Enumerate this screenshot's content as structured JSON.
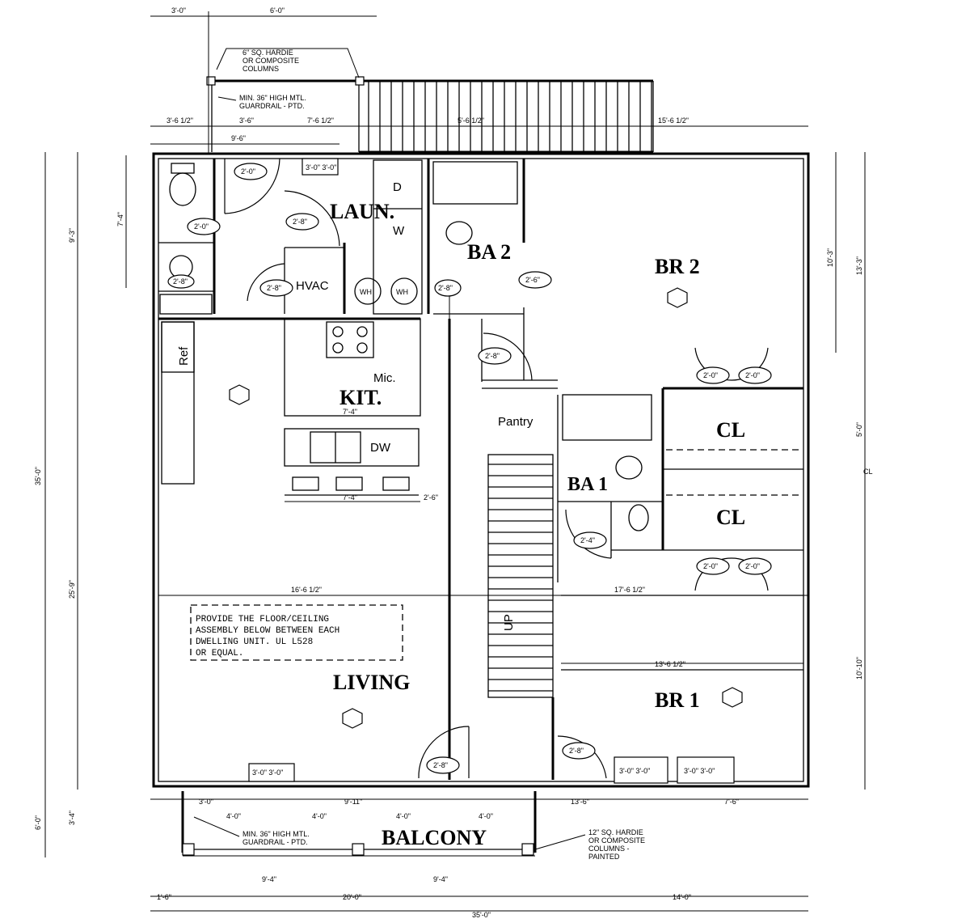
{
  "rooms": {
    "laundry": "LAUN.",
    "bath2": "BA 2",
    "bedroom2": "BR 2",
    "kitchen": "KIT.",
    "pantry": "Pantry",
    "closet_upper": "CL",
    "closet_lower": "CL",
    "bath1": "BA 1",
    "living": "LIVING",
    "bedroom1": "BR 1",
    "balcony": "BALCONY"
  },
  "fixtures": {
    "dryer": "D",
    "washer": "W",
    "hvac": "HVAC",
    "water_heater_1": "WH",
    "water_heater_2": "WH",
    "refrigerator": "Ref",
    "microwave": "Mic.",
    "dishwasher": "DW",
    "closet_callout": "CL",
    "up_stair": "UP"
  },
  "notes": {
    "floor_ceiling": [
      "PROVIDE THE FLOOR/CEILING",
      "ASSEMBLY BELOW BETWEEN EACH",
      "DWELLING UNIT. UL L528",
      "OR EQUAL."
    ],
    "top_columns": [
      "6\" SQ. HARDIE",
      "OR COMPOSITE",
      "COLUMNS"
    ],
    "top_guardrail": [
      "MIN. 36\" HIGH MTL.",
      "GUARDRAIL - PTD."
    ],
    "balcony_guardrail": [
      "MIN. 36\" HIGH MTL.",
      "GUARDRAIL - PTD."
    ],
    "balcony_columns": [
      "12\" SQ. HARDIE",
      "OR COMPOSITE",
      "COLUMNS -",
      "PAINTED"
    ]
  },
  "dimensions": {
    "top_1": "3'-0\"",
    "top_2": "6'-0\"",
    "row2_1": "3'-6 1/2\"",
    "row2_2": "3'-6\"",
    "row2_3": "7'-6 1/2\"",
    "row2_4": "5'-6 1/2\"",
    "row2_5": "15'-6 1/2\"",
    "row3_1": "9'-6\"",
    "living_width": "16'-6 1/2\"",
    "br1_width_a": "17'-6 1/2\"",
    "br1_width_b": "13'-6 1/2\"",
    "kit_1": "7'-4\"",
    "kit_2": "7'-4\"",
    "kit_3": "2'-6\"",
    "bottom_1": "3'-0\"",
    "bottom_2": "9'-11\"",
    "bottom_3": "13'-6\"",
    "bottom_4": "7'-6\"",
    "bal_1": "4'-0\"",
    "bal_2": "4'-0\"",
    "bal_3": "4'-0\"",
    "bal_4": "4'-0\"",
    "bot2_1": "9'-4\"",
    "bot2_2": "9'-4\"",
    "bot3_1": "1'-6\"",
    "bot3_2": "20'-0\"",
    "bot3_3": "14'-0\"",
    "overall": "35'-0\"",
    "left_overall": "35'-0\"",
    "left_upper": "9'-3\"",
    "left_lower": "25'-9\"",
    "left_bal_1": "3'-4\"",
    "left_bal_2": "6'-0\"",
    "left_top": "7'-4\"",
    "right_1": "10'-3\"",
    "right_2": "13'-3\"",
    "right_3": "10'-10\"",
    "right_cl": "5'-0\""
  },
  "door_tags": [
    "2'-0\"",
    "2'-0\"",
    "2'-8\"",
    "2'-8\"",
    "2'-6\"",
    "2'-8\"",
    "2'-8\"",
    "2'-8\"",
    "2'-4\"",
    "2'-0\"",
    "2'-0\"",
    "2'-0\"",
    "2'-0\"",
    "2'-8\"",
    "2'-8\""
  ],
  "window_tags": [
    "3'-0\" 3'-0\"",
    "3'-0\" 3'-0\"",
    "3'-0\" 3'-0\"",
    "3'-0\" 3'-0\""
  ]
}
